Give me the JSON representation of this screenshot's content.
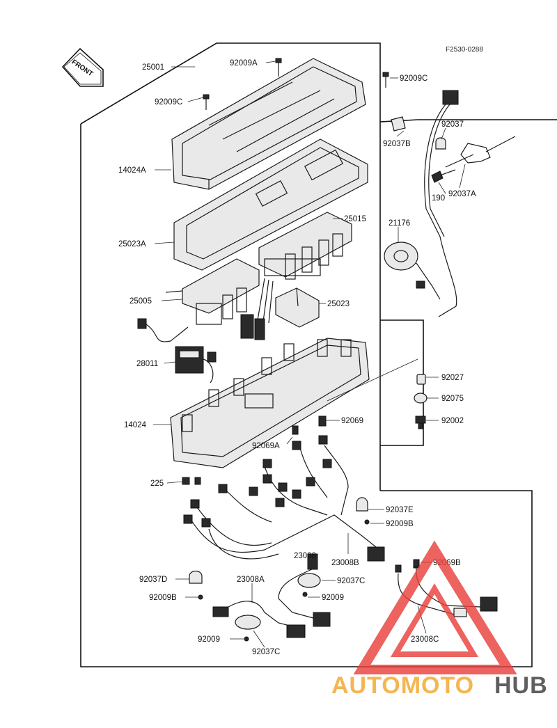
{
  "diagram": {
    "reference_code": "F2530-0288",
    "front_label": "FRONT",
    "part_labels": {
      "p25001": "25001",
      "p92009A": "92009A",
      "p92009C_top": "92009C",
      "p92009C_left": "92009C",
      "p14024A": "14024A",
      "p25015": "25015",
      "p25023A": "25023A",
      "p25005": "25005",
      "p25023": "25023",
      "p28011": "28011",
      "p14024": "14024",
      "p92069": "92069",
      "p92069A": "92069A",
      "p225": "225",
      "p92037E": "92037E",
      "p92009B_right": "92009B",
      "p23008": "23008",
      "p23008B": "23008B",
      "p92069B": "92069B",
      "p92037D": "92037D",
      "p23008A": "23008A",
      "p92037C_mid": "92037C",
      "p92009B_left": "92009B",
      "p92009_mid": "92009",
      "p92009_bottom": "92009",
      "p92037C_bottom": "92037C",
      "p23008C": "23008C",
      "p92037B": "92037B",
      "p92037": "92037",
      "p190": "190",
      "p92037A": "92037A",
      "p21176": "21176",
      "p92027": "92027",
      "p92075": "92075",
      "p92002": "92002"
    }
  },
  "watermark": {
    "brand_part1": "AUTOMOTO",
    "brand_part2": "HUB",
    "accent_color": "#f4a52a",
    "dark_color": "#3d3d3d",
    "triangle_color": "#e8413c"
  }
}
